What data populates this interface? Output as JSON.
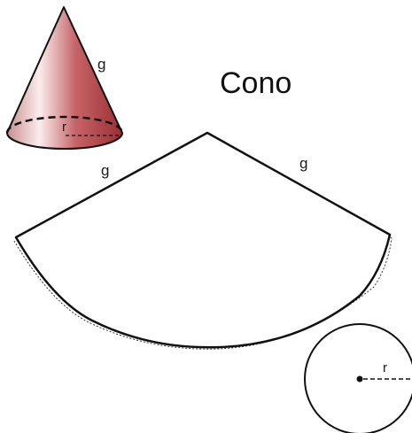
{
  "title": "Cono",
  "labels": {
    "slant_height": "g",
    "radius": "r"
  },
  "colors": {
    "cone_fill_dark": "#a83a3e",
    "cone_fill_light": "#fbecec",
    "stroke": "#111111"
  }
}
